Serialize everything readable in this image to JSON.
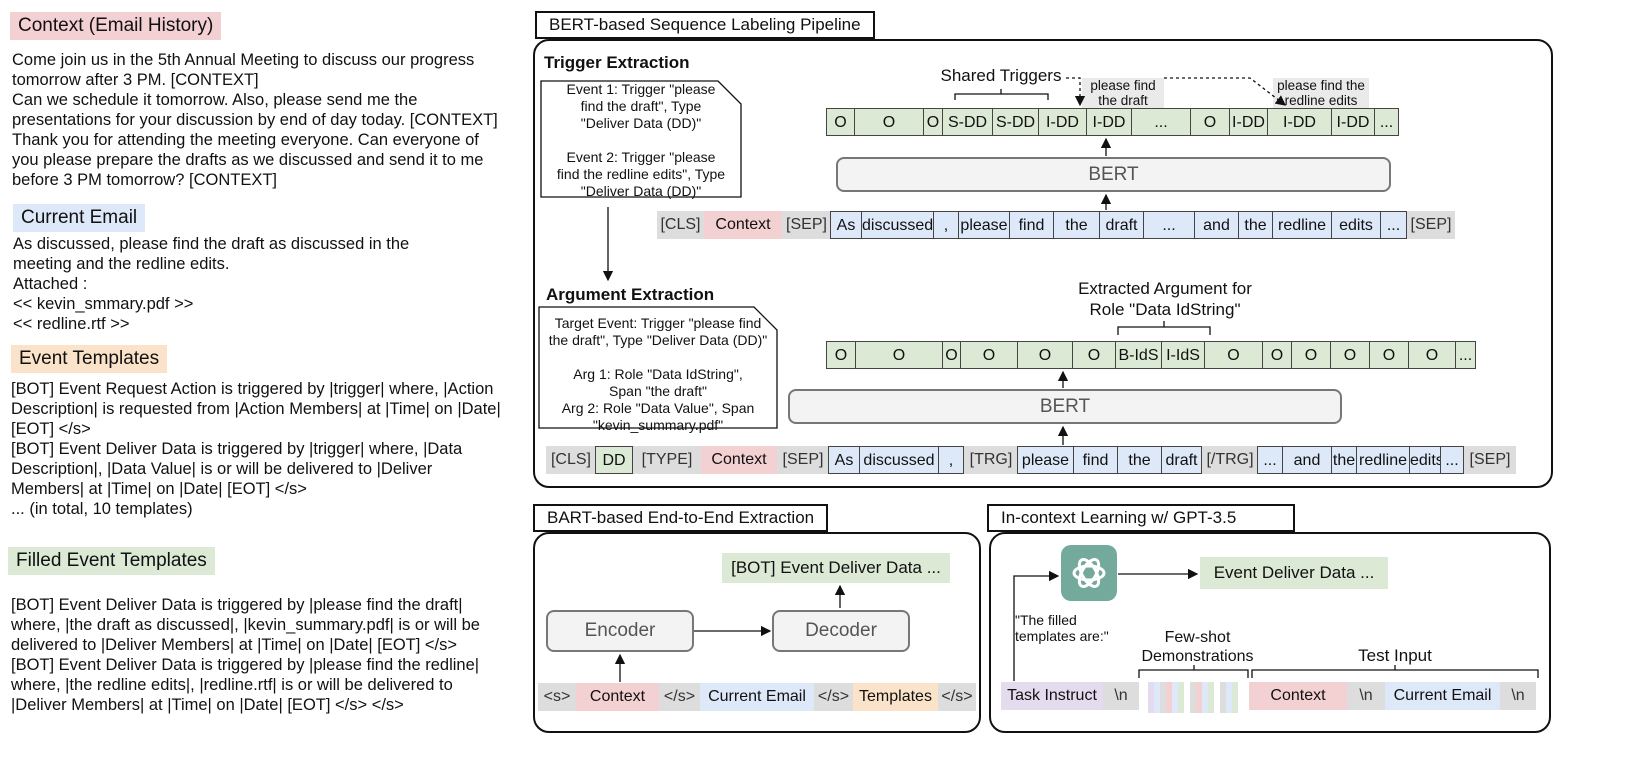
{
  "left": {
    "context_label": "Context (Email History)",
    "context_text": "Come join us in the 5th Annual Meeting to discuss our progress\ntomorrow after 3 PM. [CONTEXT]\nCan we schedule it tomorrow. Also, please send me the\npresentations for your discussion by end of day today. [CONTEXT]\nThank you for attending the meeting everyone. Can everyone of\nyou please prepare the drafts as we discussed and send it to me\nbefore 3 PM tomorrow? [CONTEXT]",
    "current_label": "Current Email",
    "current_text": "As discussed, please find the draft as discussed in the\nmeeting and the redline edits.\nAttached :\n   << kevin_smmary.pdf >>\n   << redline.rtf >>",
    "templates_label": "Event Templates",
    "templates_text": "[BOT] Event Request Action is triggered by |trigger| where, |Action\nDescription| is requested from |Action Members| at |Time| on |Date|\n[EOT] </s>\n[BOT] Event  Deliver Data is triggered by |trigger| where, |Data\nDescription|, |Data Value| is or will be delivered to |Deliver\nMembers| at |Time| on |Date| [EOT] </s>\n... (in total, 10 templates)",
    "filled_label": "Filled Event Templates",
    "filled_text": "[BOT] Event Deliver Data is triggered by |please find the draft|\nwhere, |the draft as discussed|, |kevin_summary.pdf| is or will be\ndelivered to |Deliver Members| at |Time| on |Date| [EOT] </s>\n[BOT] Event Deliver Data is triggered by |please find the redline|\nwhere, |the redline edits|, |redline.rtf| is or will be delivered to\n|Deliver Members| at |Time| on |Date| [EOT] </s> </s>"
  },
  "bert": {
    "title": "BERT-based Sequence Labeling Pipeline",
    "trigger_heading": "Trigger Extraction",
    "trigger_note": "Event 1: Trigger \"please\nfind the draft\", Type\n\"Deliver Data (DD)\"\n\nEvent 2: Trigger \"please\nfind the redline edits\", Type\n\"Deliver Data (DD)\"",
    "shared_triggers": "Shared Triggers",
    "callout_1": "please find\nthe draft",
    "callout_2": "please find the\nredline edits",
    "trigger_labels": [
      "O",
      "O",
      "O",
      "S-DD",
      "S-DD",
      "I-DD",
      "I-DD",
      "...",
      "O",
      "I-DD",
      "I-DD",
      "I-DD",
      "..."
    ],
    "model_label": "BERT",
    "trigger_input": [
      "[CLS]",
      "Context",
      "[SEP]",
      "As",
      "discussed",
      ",",
      "please",
      "find",
      "the",
      "draft",
      "...",
      "and",
      "the",
      "redline",
      "edits",
      "...",
      "[SEP]"
    ],
    "argument_heading": "Argument Extraction",
    "argument_note": "Target Event: Trigger \"please find\nthe draft\", Type \"Deliver Data (DD)\"\n\nArg 1: Role \"Data IdString\",\nSpan \"the draft\"\nArg 2: Role \"Data Value\", Span\n\"kevin_summary.pdf\"",
    "extracted_argument": "Extracted Argument for\nRole \"Data IdString\"",
    "argument_labels": [
      "O",
      "O",
      "O",
      "O",
      "O",
      "O",
      "B-IdS",
      "I-IdS",
      "O",
      "O",
      "O",
      "O",
      "O",
      "O",
      "..."
    ],
    "argument_input": [
      "[CLS]",
      "DD",
      "[TYPE]",
      "Context",
      "[SEP]",
      "As",
      "discussed",
      ",",
      "[TRG]",
      "please",
      "find",
      "the",
      "draft",
      "[/TRG]",
      "...",
      "and",
      "the",
      "redline",
      "edits",
      "...",
      "[SEP]"
    ]
  },
  "bart": {
    "title": "BART-based End-to-End Extraction",
    "output": "[BOT] Event Deliver Data ...",
    "encoder": "Encoder",
    "decoder": "Decoder",
    "input": [
      "<s>",
      "Context",
      "</s>",
      "Current Email",
      "</s>",
      "Templates",
      "</s>"
    ]
  },
  "gpt": {
    "title": "In-context Learning w/ GPT-3.5",
    "output": "Event Deliver Data ...",
    "quote": "\"The filled\ntemplates are:\"",
    "few_shot": "Few-shot\nDemonstrations",
    "test_input": "Test Input",
    "input_start": [
      "Task Instruct",
      "\\n"
    ],
    "input_end": [
      "Context",
      "\\n",
      "Current Email",
      "\\n"
    ],
    "logo_icon": "openai-logo-icon"
  },
  "colors": {
    "context": "#f3d0d2",
    "email": "#dde8f8",
    "templates": "#fbe3ca",
    "filled": "#dbe9d5",
    "special": "#dddddd",
    "task": "#e4dbef"
  }
}
